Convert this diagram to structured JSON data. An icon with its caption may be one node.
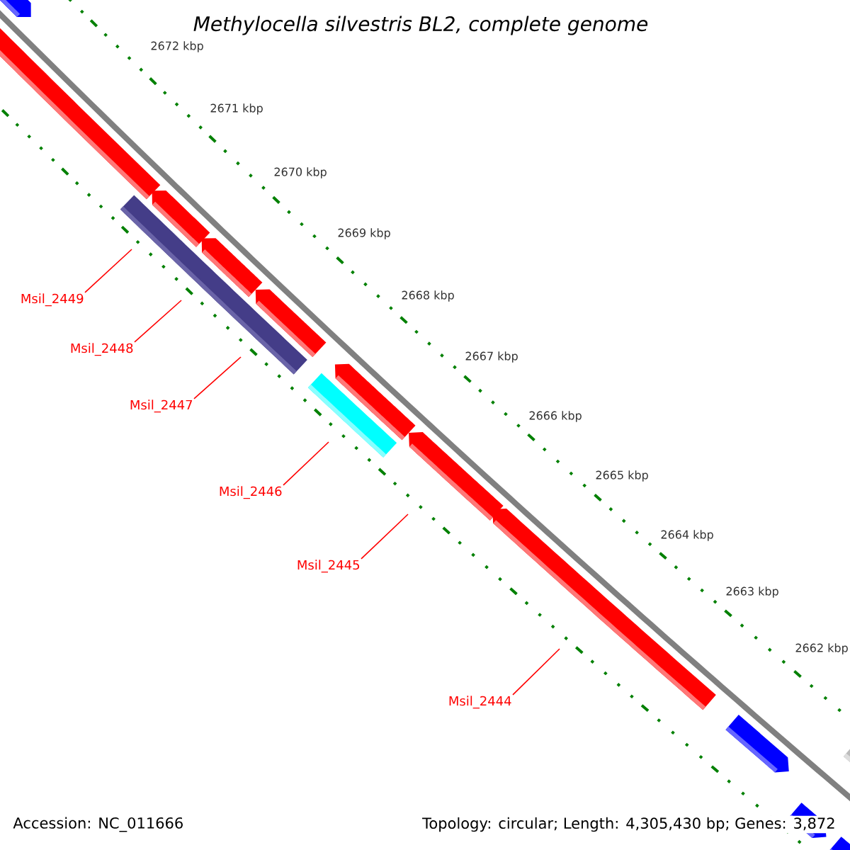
{
  "diagram": {
    "title": "Methylocella silvestris BL2, complete genome",
    "nodes": [
      {
        "text": [
          "Msil_2449"
        ]
      },
      {
        "text": [
          "Msil_2448"
        ]
      },
      {
        "text": [
          "Msil_2447"
        ]
      },
      {
        "text": [
          "Msil_2446"
        ]
      },
      {
        "text": [
          "Msil_2445"
        ]
      },
      {
        "text": [
          "Msil_2444"
        ]
      }
    ],
    "edges": [
      {
        "from": 0,
        "to": null,
        "arrow": "none"
      },
      {
        "from": 1,
        "to": null,
        "arrow": "none"
      },
      {
        "from": 2,
        "to": null,
        "arrow": "none"
      },
      {
        "from": 3,
        "to": null,
        "arrow": "none"
      },
      {
        "from": 4,
        "to": null,
        "arrow": "none"
      },
      {
        "from": 5,
        "to": null,
        "arrow": "none"
      }
    ],
    "labels": [
      "2672 kbp",
      "2671 kbp",
      "2670 kbp",
      "2669 kbp",
      "2668 kbp",
      "2667 kbp",
      "2666 kbp",
      "2665 kbp",
      "2664 kbp",
      "2663 kbp",
      "2662 kbp",
      "Accession: NC_011666",
      "Topology: circular; Length: 4,305,430 bp; Genes: 3,872"
    ]
  }
}
